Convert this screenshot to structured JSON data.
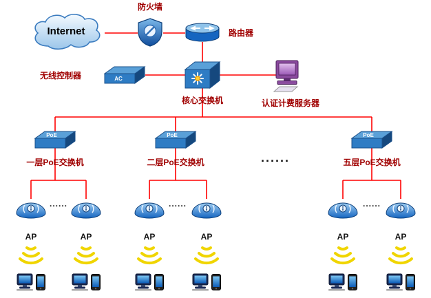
{
  "nodes": {
    "internet": {
      "label": "Internet"
    },
    "firewall": {
      "label": "防火墙"
    },
    "router": {
      "label": "路由器"
    },
    "wireless_controller": {
      "label": "无线控制器",
      "device_text": "AC"
    },
    "core_switch": {
      "label": "核心交换机"
    },
    "auth_server": {
      "label": "认证计费服务器"
    },
    "floor_switches": [
      {
        "label": "一层PoE交换机"
      },
      {
        "label": "二层PoE交换机"
      },
      {
        "label": "五层PoE交换机"
      }
    ],
    "poe_switch_device_text": "PoE",
    "access_point_label": "AP"
  },
  "labels": {
    "ellipsis": "......"
  },
  "colors": {
    "connection_line": "#ff0000",
    "node_label": "#a00000",
    "device_blue": "#2e7cc4",
    "wifi_yellow": "#f0d500",
    "server_purple": "#8a4a9e",
    "black_text": "#111111"
  }
}
